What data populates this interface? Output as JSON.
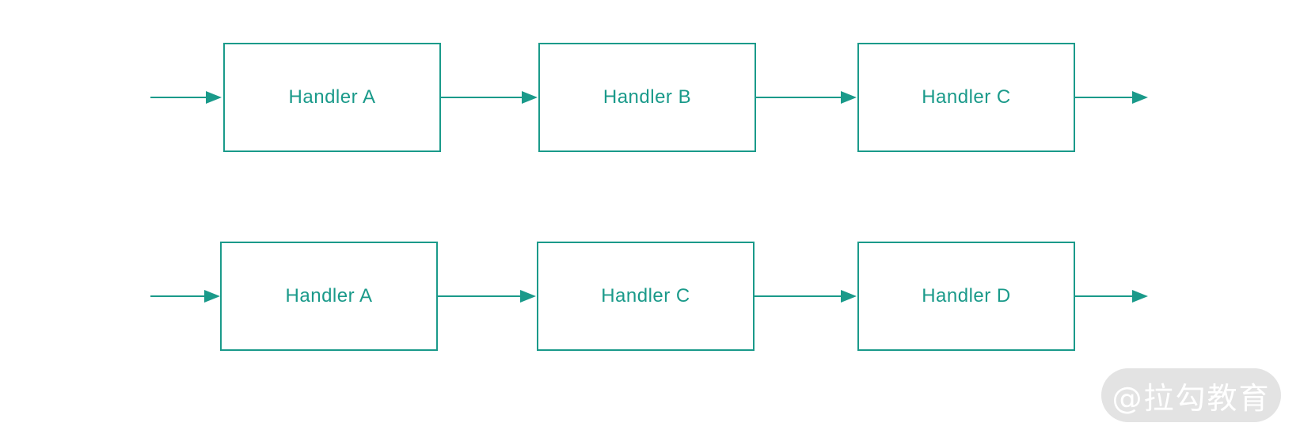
{
  "diagram": {
    "accent_color": "#1a9a8a",
    "background_color": "#ffffff",
    "row1": [
      "Handler A",
      "Handler B",
      "Handler C"
    ],
    "row2": [
      "Handler A",
      "Handler C",
      "Handler D"
    ]
  },
  "watermark": {
    "text": "@拉勾教育",
    "bg_color": "#e3e3e3",
    "text_color": "#ffffff"
  }
}
